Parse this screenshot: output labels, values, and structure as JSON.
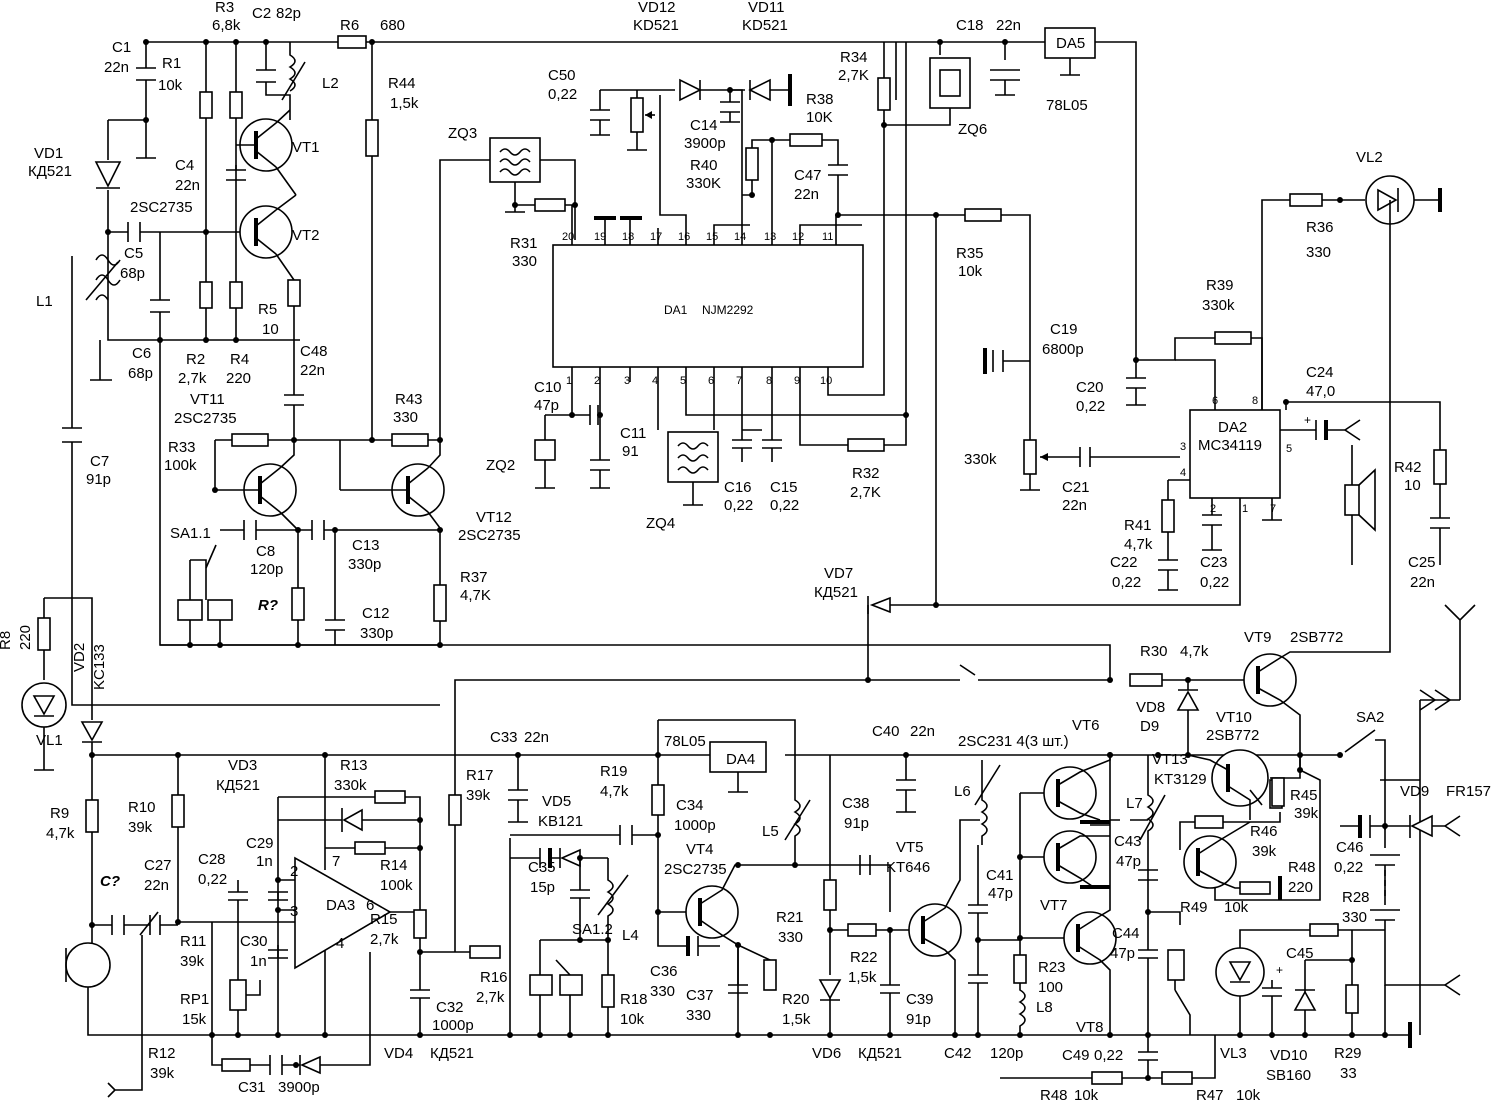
{
  "labels": {
    "R3": "R3",
    "R3v": "6,8k",
    "C2": "C2",
    "C2v": "82p",
    "R6": "R6",
    "R6v": "680",
    "C1": "C1",
    "C1v": "22n",
    "R1": "R1",
    "R1v": "10k",
    "L2": "L2",
    "R44": "R44",
    "R44v": "1,5k",
    "VT1": "VT1",
    "VT2": "VT2",
    "VD1": "VD1",
    "VD1v": "КД521",
    "C4": "C4",
    "C4v": "22n",
    "type2sc": "2SC2735",
    "C5": "C5",
    "C5v": "68p",
    "L1": "L1",
    "R5": "R5",
    "R5v": "10",
    "C6": "C6",
    "C6v": "68p",
    "R2": "R2",
    "R2v": "2,7k",
    "R4": "R4",
    "R4v": "220",
    "C48": "C48",
    "C48v": "22n",
    "VT11": "VT11",
    "VT11v": "2SC2735",
    "R43": "R43",
    "R43v": "330",
    "R33": "R33",
    "R33v": "100k",
    "C7": "C7",
    "C7v": "91p",
    "SA11": "SA1.1",
    "C8": "C8",
    "C8v": "120p",
    "C13": "C13",
    "C13v": "330p",
    "VT12": "VT12",
    "VT12v": "2SC2735",
    "R37": "R37",
    "R37v": "4,7K",
    "Rq": "R?",
    "C12": "C12",
    "C12v": "330p",
    "ZQ3": "ZQ3",
    "R31": "R31",
    "R31v": "330",
    "C50": "C50",
    "C50v": "0,22",
    "VD12": "VD12",
    "VD12v": "KD521",
    "VD11": "VD11",
    "VD11v": "KD521",
    "C14": "C14",
    "C14v": "3900p",
    "R38": "R38",
    "R38v": "10K",
    "R40": "R40",
    "R40v": "330K",
    "C47": "C47",
    "C47v": "22n",
    "R34": "R34",
    "R34v": "2,7K",
    "C18": "C18",
    "C18v": "22n",
    "DA5": "DA5",
    "DA5v": "78L05",
    "ZQ6": "ZQ6",
    "DA1": "DA1",
    "DA1v": "NJM2292",
    "pins_top": [
      "20",
      "19",
      "18",
      "17",
      "16",
      "15",
      "14",
      "13",
      "12",
      "11"
    ],
    "pins_bottom": [
      "1",
      "2",
      "3",
      "4",
      "5",
      "6",
      "7",
      "8",
      "9",
      "10"
    ],
    "C10": "C10",
    "C10v": "47p",
    "C11": "C11",
    "C11v": "91",
    "ZQ2": "ZQ2",
    "ZQ4": "ZQ4",
    "C16": "C16",
    "C16v": "0,22",
    "C15": "C15",
    "C15v": "0,22",
    "R32": "R32",
    "R32v": "2,7K",
    "R35": "R35",
    "R35v": "10k",
    "C19": "C19",
    "C19v": "6800p",
    "R36": "R36",
    "R36v": "330",
    "VL2": "VL2",
    "R39": "R39",
    "R39v": "330k",
    "C20": "C20",
    "C20v": "0,22",
    "C24": "C24",
    "C24v": "47,0",
    "DA2": "DA2",
    "DA2v": "MC34119",
    "pot330k": "330k",
    "C21": "C21",
    "C21v": "22n",
    "R42": "R42",
    "R42v": "10",
    "R41": "R41",
    "R41v": "4,7k",
    "C22": "C22",
    "C22v": "0,22",
    "C23": "C23",
    "C23v": "0,22",
    "C25": "C25",
    "C25v": "22n",
    "VD7": "VD7",
    "VD7v": "КД521",
    "R8": "R8",
    "R8v": "220",
    "VD2": "VD2",
    "VD2v": "KC133",
    "VL1": "VL1",
    "R30": "R30",
    "R30v": "4,7k",
    "VT9": "VT9",
    "VT9v": "2SB772",
    "VD8": "VD8",
    "VD8v": "D9",
    "VT10": "VT10",
    "VT10v": "2SB772",
    "SA2": "SA2",
    "C33": "C33",
    "C33v": "22n",
    "DA4v": "78L05",
    "DA4": "DA4",
    "C40": "C40",
    "C40v": "22n",
    "VT6": "VT6",
    "typeVT5678": "2SC231 4(3 шт.)",
    "R13": "R13",
    "R13v": "330k",
    "VD3": "VD3",
    "VD3v": "КД521",
    "R17": "R17",
    "R17v": "39k",
    "VD5": "VD5",
    "VD5v": "KB121",
    "R19": "R19",
    "R19v": "4,7k",
    "C34": "C34",
    "C34v": "1000p",
    "L5": "L5",
    "C38": "C38",
    "C38v": "91p",
    "L6": "L6",
    "VT13": "VT13",
    "VT13v": "KT3129",
    "L7": "L7",
    "R45": "R45",
    "R45v": "39k",
    "VD9": "VD9",
    "VD9v": "FR157",
    "R9": "R9",
    "R9v": "4,7k",
    "R10": "R10",
    "R10v": "39k",
    "C27": "C27",
    "C27v": "22n",
    "C28": "C28",
    "C28v": "0,22",
    "C29": "C29",
    "C29v": "1n",
    "R14": "R14",
    "R14v": "100k",
    "DA3": "DA3",
    "R15": "R15",
    "R15v": "2,7k",
    "C35": "C35",
    "C35v": "15p",
    "VT4": "VT4",
    "VT4v": "2SC2735",
    "VT5": "VT5",
    "VT5v": "KT646",
    "C41": "C41",
    "C41v": "47p",
    "C43": "C43",
    "C43v": "47p",
    "R46": "R46",
    "R46v": "39k",
    "C46": "C46",
    "C46v": "0,22",
    "Cq": "C?",
    "R11": "R11",
    "R11v": "39k",
    "C30": "C30",
    "C30v": "1n",
    "SA12": "SA1.2",
    "L4": "L4",
    "R21": "R21",
    "R21v": "330",
    "R22": "R22",
    "R22v": "1,5k",
    "VT7": "VT7",
    "R48a": "R48",
    "R48av": "220",
    "R49": "R49",
    "R49v": "10k",
    "RP1": "RP1",
    "RP1v": "15k",
    "R16": "R16",
    "R16v": "2,7k",
    "R18": "R18",
    "R18v": "10k",
    "C36": "C36",
    "C36v": "330",
    "C37": "C37",
    "C37v": "330",
    "R20": "R20",
    "R20v": "1,5k",
    "C39": "C39",
    "C39v": "91p",
    "R23": "R23",
    "R23v": "100",
    "L8": "L8",
    "C44": "C44",
    "C44v": "47p",
    "VT8": "VT8",
    "C45": "C45",
    "R28": "R28",
    "R28v": "330",
    "VL3": "VL3",
    "VD10": "VD10",
    "VD10v": "SB160",
    "R29": "R29",
    "R29v": "33",
    "R12": "R12",
    "R12v": "39k",
    "C31": "C31",
    "C31v": "3900p",
    "VD4": "VD4",
    "VD4v": "КД521",
    "C32": "C32",
    "C32v": "1000p",
    "VD6": "VD6",
    "VD6v": "КД521",
    "C42": "C42",
    "C42v": "120p",
    "C49": "C49",
    "C49v": "0,22",
    "R48b": "R48",
    "R48bv": "10k",
    "R47": "R47",
    "R47v": "10k",
    "pin6": "6",
    "pin8": "8",
    "pin3": "3",
    "pin4": "4",
    "pin5": "5",
    "pin2": "2",
    "pin1": "1",
    "pin7": "7",
    "pinDA3_2": "2",
    "pinDA3_3": "3",
    "pinDA3_7": "7",
    "pinDA3_6": "6",
    "pinDA3_4": "4",
    "plus": "+"
  }
}
